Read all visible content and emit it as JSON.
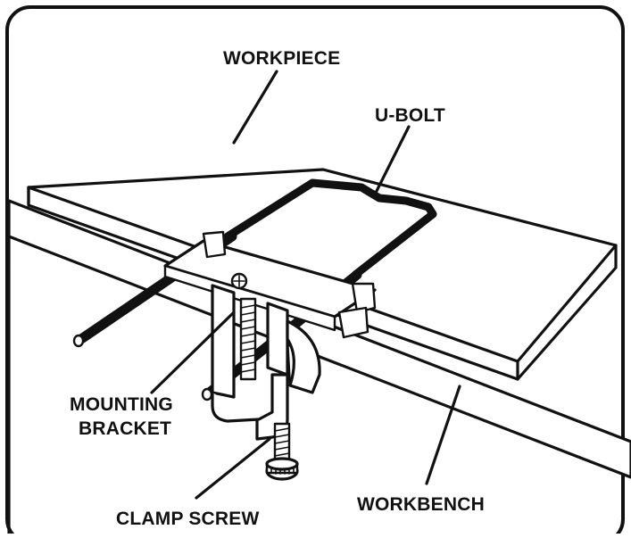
{
  "labels": {
    "workpiece": "WORKPIECE",
    "u_bolt": "U-BOLT",
    "mounting_bracket_line1": "MOUNTING",
    "mounting_bracket_line2": "BRACKET",
    "clamp_screw": "CLAMP SCREW",
    "workbench": "WORKBENCH"
  },
  "colors": {
    "ink": "#111111",
    "paper": "#ffffff"
  }
}
